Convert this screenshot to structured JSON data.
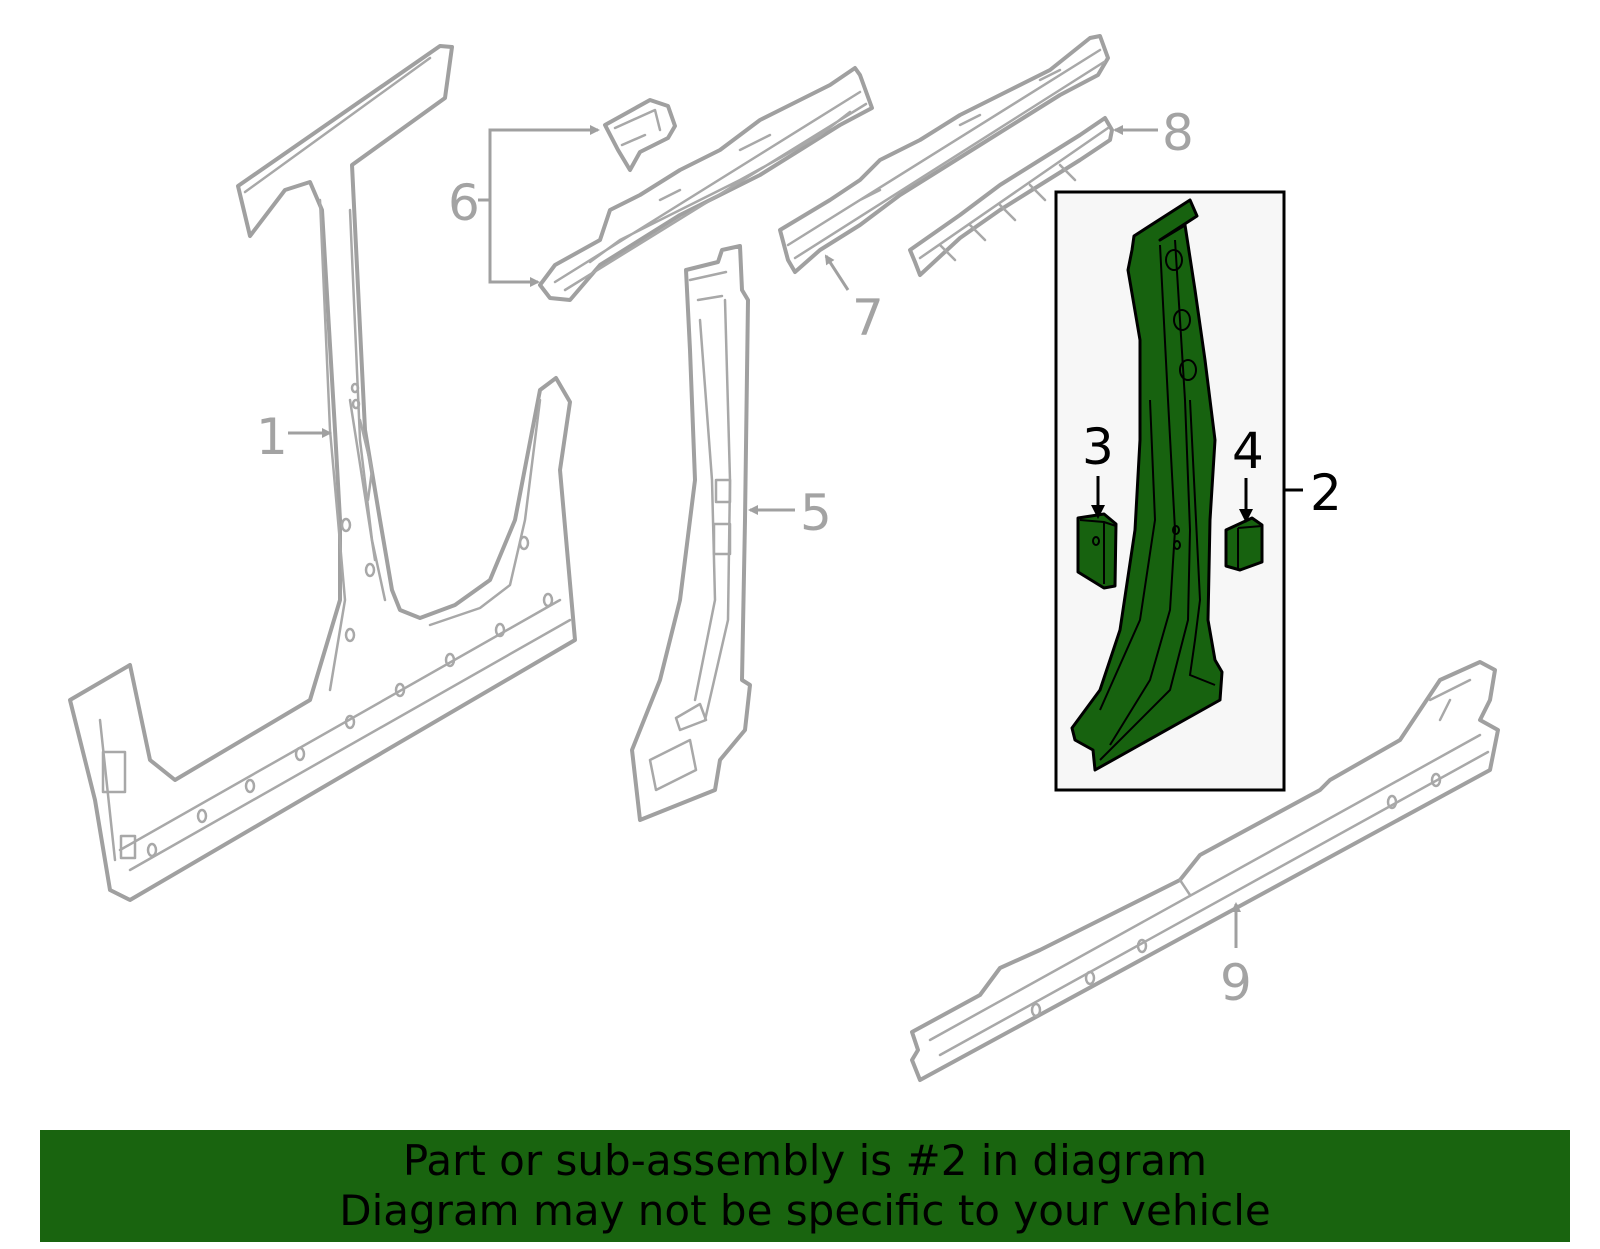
{
  "callouts": {
    "c1": "1",
    "c2": "2",
    "c3": "3",
    "c4": "4",
    "c5": "5",
    "c6": "6",
    "c7": "7",
    "c8": "8",
    "c9": "9"
  },
  "colors": {
    "highlight": "#19640f",
    "inactive_part": "#a0a0a0",
    "inset_background": "#f7f7f7"
  },
  "banner": {
    "line1": "Part or sub-assembly is #2 in diagram",
    "line2": "Diagram may not be specific to your vehicle"
  }
}
